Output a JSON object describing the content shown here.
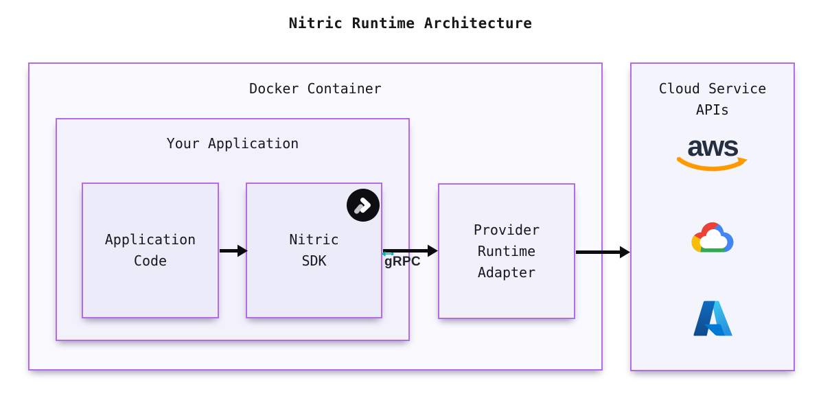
{
  "title": "Nitric Runtime Architecture",
  "docker_container": {
    "label": "Docker Container"
  },
  "your_application": {
    "label": "Your Application"
  },
  "application_code": {
    "line1": "Application",
    "line2": "Code"
  },
  "nitric_sdk": {
    "line1": "Nitric",
    "line2": "SDK"
  },
  "provider_runtime_adapter": {
    "line1": "Provider",
    "line2": "Runtime",
    "line3": "Adapter"
  },
  "grpc": {
    "label": "gRPC"
  },
  "cloud_service_apis": {
    "line1": "Cloud Service",
    "line2": "APIs",
    "aws_wordmark": "aws"
  },
  "icons": {
    "nitric": "nitric-logo-icon",
    "grpc_mark": "grpc-teal-mark-icon",
    "aws": "aws-logo-icon",
    "google_cloud": "google-cloud-logo-icon",
    "azure": "azure-logo-icon"
  },
  "colors": {
    "box_border": "#b56ae6",
    "outer_fill": "#f9f9fe",
    "mid_fill": "#f3f2fc",
    "inner_fill": "#ebebfa",
    "provider_fill": "#f1f0fb",
    "cloud_fill": "#f4f4fc",
    "arrow": "#0c0c10",
    "text": "#17171c",
    "grpc_teal": "#00b5ad",
    "aws_navy": "#252f3e",
    "aws_orange": "#ff9900",
    "gcp_red": "#ea4335",
    "gcp_yellow": "#fbbc05",
    "gcp_blue": "#4285f4",
    "gcp_green": "#34a853",
    "azure_dark": "#114a8b",
    "azure_light": "#3ccbf4"
  }
}
